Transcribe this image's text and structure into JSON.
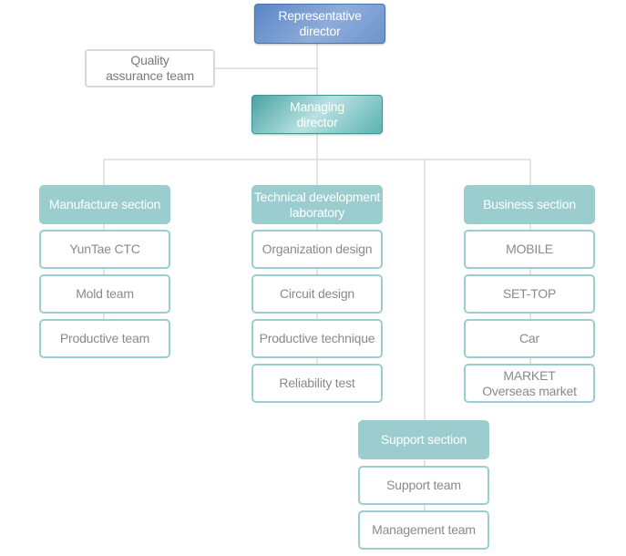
{
  "representative_director": [
    "Representative",
    "director"
  ],
  "quality_assurance": [
    "Quality",
    "assurance team"
  ],
  "managing_director": [
    "Managing",
    "director"
  ],
  "manufacture": {
    "head": [
      "Manufacture section"
    ],
    "items": [
      "YunTae CTC",
      "Mold team",
      "Productive team"
    ]
  },
  "technical": {
    "head": [
      "Technical development",
      "laboratory"
    ],
    "items": [
      "Organization design",
      "Circuit design",
      "Productive technique",
      "Reliability test"
    ]
  },
  "business": {
    "head": [
      "Business section"
    ],
    "items": [
      "MOBILE",
      "SET-TOP",
      "Car",
      [
        "MARKET",
        "Overseas market"
      ]
    ]
  },
  "support": {
    "head": [
      "Support section"
    ],
    "items": [
      "Support team",
      "Management team"
    ]
  },
  "colors": {
    "representative": "#6e93cb",
    "managing": "#5db2b2",
    "section_head": "#9ccdce",
    "item_border": "#9ccdce",
    "connector": "#cfd3d6"
  }
}
